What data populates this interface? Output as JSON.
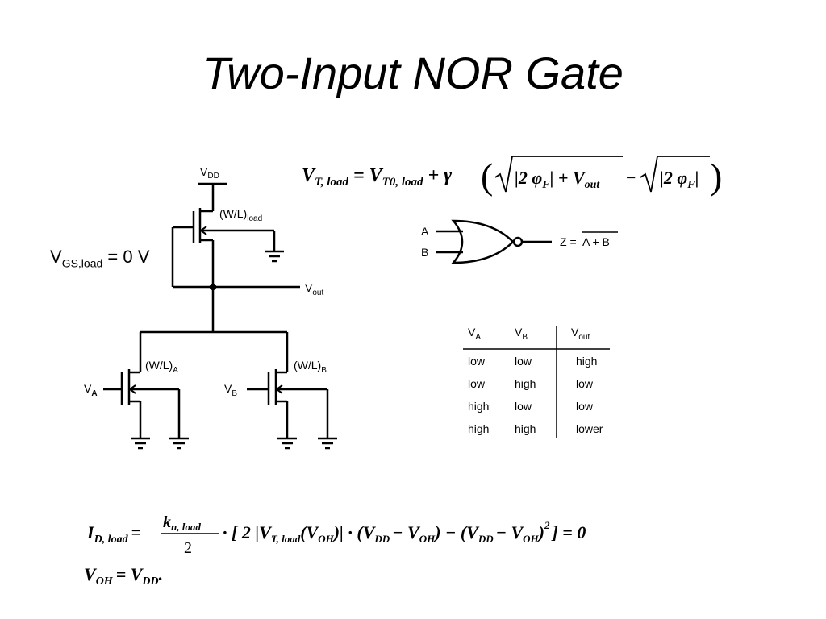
{
  "slide": {
    "title": "Two-Input NOR Gate",
    "vgs_label": {
      "main": "V",
      "sub": "GS,load",
      "rest": " = 0 V"
    }
  },
  "schematic": {
    "vdd": {
      "main": "V",
      "sub": "DD"
    },
    "wl_load": {
      "main": "(W/L)",
      "sub": "load"
    },
    "vout": {
      "main": "V",
      "sub": "out"
    },
    "wl_a": {
      "main": "(W/L)",
      "sub": "A"
    },
    "wl_b": {
      "main": "(W/L)",
      "sub": "B"
    },
    "va": {
      "main": "V",
      "sub": "A"
    },
    "vb": {
      "main": "V",
      "sub": "B"
    }
  },
  "gate_symbol": {
    "input_a": "A",
    "input_b": "B",
    "output_label": "Z =",
    "output_expr": "A + B"
  },
  "truth_table": {
    "headers": [
      {
        "main": "V",
        "sub": "A"
      },
      {
        "main": "V",
        "sub": "B"
      },
      {
        "main": "V",
        "sub": "out"
      }
    ],
    "rows": [
      [
        "low",
        "low",
        "high"
      ],
      [
        "low",
        "high",
        "low"
      ],
      [
        "high",
        "low",
        "low"
      ],
      [
        "high",
        "high",
        "lower"
      ]
    ]
  },
  "equations": {
    "vt_load": {
      "lhs": "V",
      "lhs_sub": "T, load",
      "eq": " = V",
      "vt0_sub": "T0, load",
      "plus_gamma": " + γ",
      "sqrt1": "|2 φ",
      "f_sub": "F",
      "plus_vout": "| + V",
      "out_sub": "out",
      "minus": "−",
      "sqrt2": "|2 φ",
      "close": "|"
    },
    "id_load": {
      "lhs": "I",
      "lhs_sub": "D, load",
      "eq": "=",
      "num": "k",
      "num_sub": "n, load",
      "den": "2",
      "body1": "· [ 2 |V",
      "vt_sub": "T, load",
      "body2": "(V",
      "oh_sub": "OH",
      "body3": ")| · (V",
      "dd_sub": "DD",
      "body4": "− V",
      "body5": ") − (V",
      "body6": "− V",
      "body7": ")",
      "sq": "2",
      "rhs": "] = 0"
    },
    "voh": {
      "lhs": "V",
      "lhs_sub": "OH",
      "eq": "= V",
      "rhs_sub": "DD",
      "end": "."
    }
  }
}
